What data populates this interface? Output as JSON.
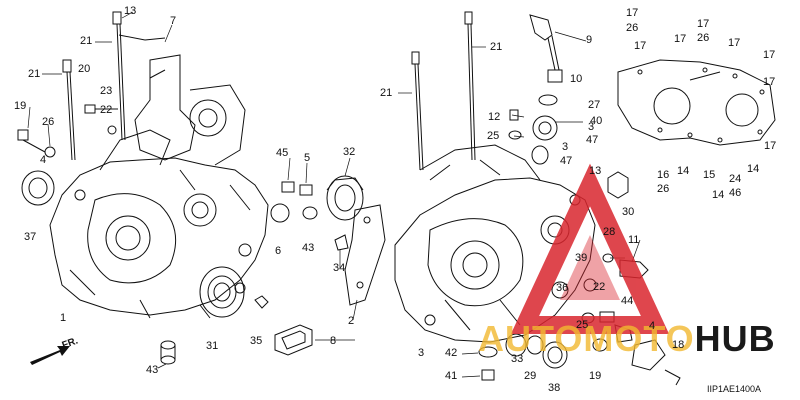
{
  "diagram_code": "IIP1AE1400A",
  "direction_label": "FR.",
  "watermark": {
    "text_part1": "AUTOMOTO",
    "text_part2": "HUB",
    "color_part1": "#f2b830",
    "color_part2": "#1a1a1a",
    "logo_color": "#d9262e"
  },
  "callouts": [
    {
      "id": "c13a",
      "text": "13"
    },
    {
      "id": "c7",
      "text": "7"
    },
    {
      "id": "c21a",
      "text": "21"
    },
    {
      "id": "c21b",
      "text": "21"
    },
    {
      "id": "c20",
      "text": "20"
    },
    {
      "id": "c23",
      "text": "23"
    },
    {
      "id": "c22a",
      "text": "22"
    },
    {
      "id": "c19a",
      "text": "19"
    },
    {
      "id": "c26a",
      "text": "26"
    },
    {
      "id": "c4",
      "text": "4"
    },
    {
      "id": "c37",
      "text": "37"
    },
    {
      "id": "c1",
      "text": "1"
    },
    {
      "id": "c45",
      "text": "45"
    },
    {
      "id": "c5",
      "text": "5"
    },
    {
      "id": "c32",
      "text": "32"
    },
    {
      "id": "c6",
      "text": "6"
    },
    {
      "id": "c43a",
      "text": "43"
    },
    {
      "id": "c34",
      "text": "34"
    },
    {
      "id": "c2",
      "text": "2"
    },
    {
      "id": "c31",
      "text": "31"
    },
    {
      "id": "c35",
      "text": "35"
    },
    {
      "id": "c8",
      "text": "8"
    },
    {
      "id": "c43b",
      "text": "43"
    },
    {
      "id": "c21c",
      "text": "21"
    },
    {
      "id": "c21d",
      "text": "21"
    },
    {
      "id": "c9",
      "text": "9"
    },
    {
      "id": "c10",
      "text": "10"
    },
    {
      "id": "c27",
      "text": "27"
    },
    {
      "id": "c12",
      "text": "12"
    },
    {
      "id": "c40",
      "text": "40"
    },
    {
      "id": "c25",
      "text": "25"
    },
    {
      "id": "c3a",
      "text": "3"
    },
    {
      "id": "c47a",
      "text": "47"
    },
    {
      "id": "c3b",
      "text": "3"
    },
    {
      "id": "c47b",
      "text": "47"
    },
    {
      "id": "c17a",
      "text": "17"
    },
    {
      "id": "c26b",
      "text": "26"
    },
    {
      "id": "c17b",
      "text": "17"
    },
    {
      "id": "c17c",
      "text": "17"
    },
    {
      "id": "c26c",
      "text": "26"
    },
    {
      "id": "c17d",
      "text": "17"
    },
    {
      "id": "c17e",
      "text": "17"
    },
    {
      "id": "c17f",
      "text": "17"
    },
    {
      "id": "c17g",
      "text": "17"
    },
    {
      "id": "c17h",
      "text": "17"
    },
    {
      "id": "c14a",
      "text": "14"
    },
    {
      "id": "c15",
      "text": "15"
    },
    {
      "id": "c14b",
      "text": "14"
    },
    {
      "id": "c24",
      "text": "24"
    },
    {
      "id": "c46",
      "text": "46"
    },
    {
      "id": "c14c",
      "text": "14"
    },
    {
      "id": "c13b",
      "text": "13"
    },
    {
      "id": "c16",
      "text": "16"
    },
    {
      "id": "c26d",
      "text": "26"
    },
    {
      "id": "c30",
      "text": "30"
    },
    {
      "id": "c28",
      "text": "28"
    },
    {
      "id": "c11",
      "text": "11"
    },
    {
      "id": "c39",
      "text": "39"
    },
    {
      "id": "c36",
      "text": "36"
    },
    {
      "id": "c22b",
      "text": "22"
    },
    {
      "id": "c44",
      "text": "44"
    },
    {
      "id": "c25b",
      "text": "25"
    },
    {
      "id": "c4b",
      "text": "4"
    },
    {
      "id": "c3c",
      "text": "3"
    },
    {
      "id": "c42",
      "text": "42"
    },
    {
      "id": "c33",
      "text": "33"
    },
    {
      "id": "c18",
      "text": "18"
    },
    {
      "id": "c29",
      "text": "29"
    },
    {
      "id": "c41",
      "text": "41"
    },
    {
      "id": "c38",
      "text": "38"
    },
    {
      "id": "c19b",
      "text": "19"
    }
  ]
}
